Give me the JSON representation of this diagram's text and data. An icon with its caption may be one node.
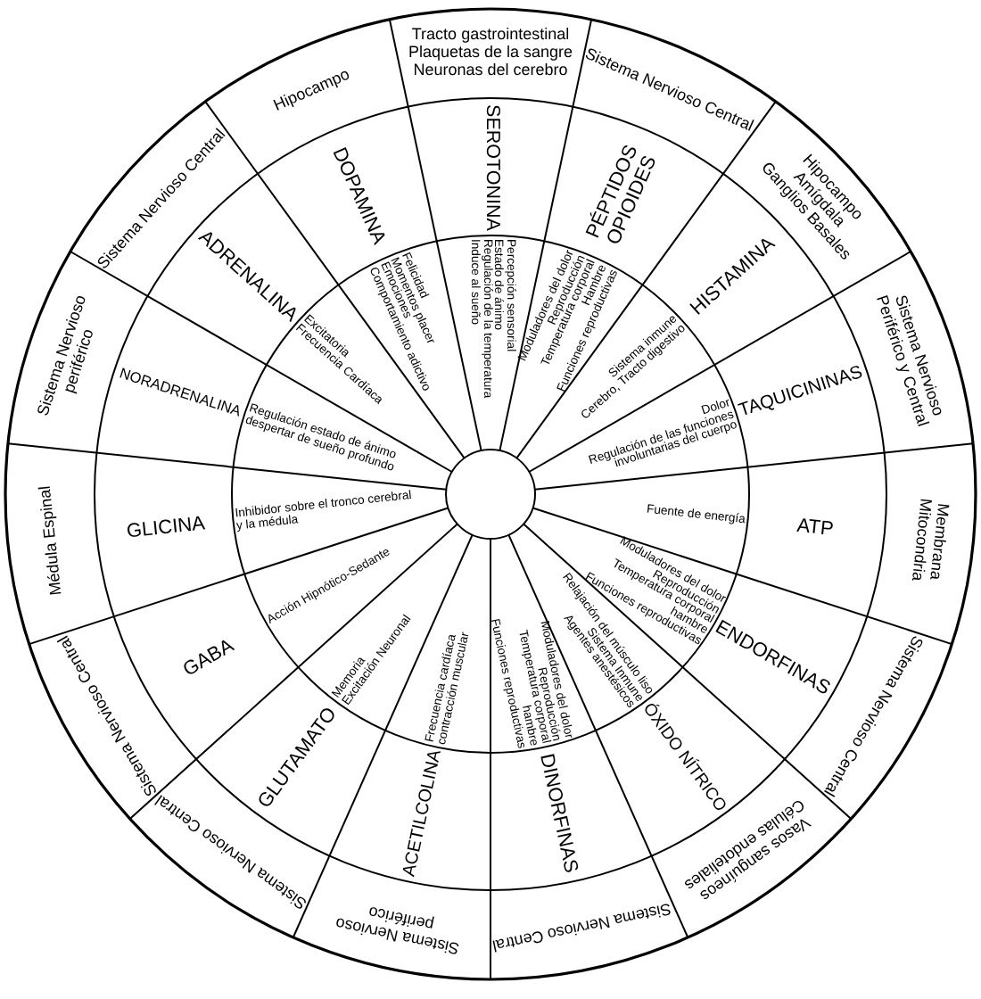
{
  "diagram": {
    "nodes": [
      {
        "text": [
          "SEROTONINA"
        ]
      },
      {
        "text": [
          "Percepción sensorial",
          "Estado de ánimo",
          "Regulación de la temperatura",
          "Induce al sueño"
        ]
      },
      {
        "text": [
          "Tracto gastrointestinal",
          "Plaquetas de la sangre",
          "Neuronas del cerebro"
        ]
      },
      {
        "text": [
          "PÉPTIDOS OPIOIDES"
        ]
      },
      {
        "text": [
          "Moduladores del dolor",
          "Reproducción",
          "Temperatura corporal",
          "Hambre",
          "Funciones reproductivas"
        ]
      },
      {
        "text": [
          "Sistema Nervioso Central"
        ]
      },
      {
        "text": [
          "HISTAMINA"
        ]
      },
      {
        "text": [
          "Sistema inmune",
          "Cerebro, Tracto digestivo"
        ]
      },
      {
        "text": [
          "Hipocampo",
          "Amígdala",
          "Ganglios Basales"
        ]
      },
      {
        "text": [
          "TAQUICININAS"
        ]
      },
      {
        "text": [
          "Dolor",
          "Regulación de las funciones involuntarias del cuerpo"
        ]
      },
      {
        "text": [
          "Sistema Nervioso Periférico y Central"
        ]
      },
      {
        "text": [
          "ATP"
        ]
      },
      {
        "text": [
          "Fuente de energía"
        ]
      },
      {
        "text": [
          "Membrana",
          "Mitocondria"
        ]
      },
      {
        "text": [
          "ENDORFINAS"
        ]
      },
      {
        "text": [
          "Moduladores del dolor",
          "Reproducción",
          "Temperatura corporal",
          "hambre",
          "Funciones reproductivas"
        ]
      },
      {
        "text": [
          "Sistema Nervioso Central"
        ]
      },
      {
        "text": [
          "ÓXIDO NÍTRICO"
        ]
      },
      {
        "text": [
          "Relajación del músculo liso",
          "Sistema Inmune",
          "Agentes anestésicos"
        ]
      },
      {
        "text": [
          "Vasos sanguíneos",
          "Células endoteliales"
        ]
      },
      {
        "text": [
          "DINORFINAS"
        ]
      },
      {
        "text": [
          "Moduladores del dolor",
          "Reproducción",
          "Temperatura corporal",
          "hambre",
          "Funciones reproductivas"
        ]
      },
      {
        "text": [
          "Sistema Nervioso Central"
        ]
      },
      {
        "text": [
          "ACETILCOLINA"
        ]
      },
      {
        "text": [
          "Frecuencia cardíaca",
          "contracción muscular"
        ]
      },
      {
        "text": [
          "Sistema Nervioso periférico"
        ]
      },
      {
        "text": [
          "GLUTAMATO"
        ]
      },
      {
        "text": [
          "Memoria",
          "Excitación Neuronal"
        ]
      },
      {
        "text": [
          "Sistema Nervioso Central"
        ]
      },
      {
        "text": [
          "GABA"
        ]
      },
      {
        "text": [
          "Acción Hipnótico-Sedante"
        ]
      },
      {
        "text": [
          "Sistema Nervioso Central"
        ]
      },
      {
        "text": [
          "GLICINA"
        ]
      },
      {
        "text": [
          "Inhibidor sobre el tronco cerebral y la médula"
        ]
      },
      {
        "text": [
          "Médula Espinal"
        ]
      },
      {
        "text": [
          "NORADRENALINA"
        ]
      },
      {
        "text": [
          "Regulación estado de ánimo despertar de sueño profundo"
        ]
      },
      {
        "text": [
          "Sistema Nervioso periférico"
        ]
      },
      {
        "text": [
          "ADRENALINA"
        ]
      },
      {
        "text": [
          "Excitatoria",
          "Frecuencia Cardíaca"
        ]
      },
      {
        "text": [
          "Sistema Nervioso Central"
        ]
      },
      {
        "text": [
          "DOPAMINA"
        ]
      },
      {
        "text": [
          "Felicidad",
          "Momentos placer",
          "Emociones",
          "Comportamiento adictivo"
        ]
      },
      {
        "text": [
          "Hipocampo"
        ]
      }
    ]
  }
}
